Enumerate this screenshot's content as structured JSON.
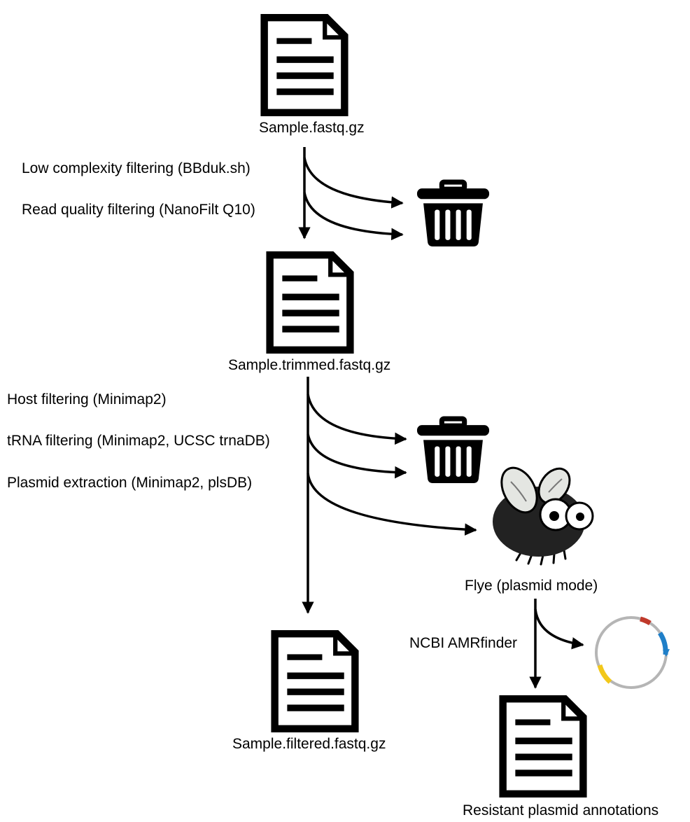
{
  "files": {
    "sample": "Sample.fastq.gz",
    "trimmed": "Sample.trimmed.fastq.gz",
    "filtered": "Sample.filtered.fastq.gz",
    "annotations": "Resistant plasmid annotations"
  },
  "steps": {
    "low_complexity": "Low complexity filtering (BBduk.sh)",
    "read_quality": "Read quality filtering (NanoFilt Q10)",
    "host": "Host filtering (Minimap2)",
    "trna": "tRNA filtering (Minimap2, UCSC trnaDB)",
    "plasmid": "Plasmid extraction (Minimap2, plsDB)",
    "flye": "Flye (plasmid mode)",
    "amr": "NCBI AMRfinder"
  },
  "icons": {
    "document": "document-icon",
    "trash": "trash-icon",
    "fly": "fly-icon",
    "plasmid": "plasmid-map-icon"
  },
  "colors": {
    "stroke": "#000000",
    "plasmid_ring": "#b5b5b5",
    "plasmid_red": "#c0392b",
    "plasmid_blue": "#1f7fc8",
    "plasmid_yellow": "#f2c81b"
  }
}
